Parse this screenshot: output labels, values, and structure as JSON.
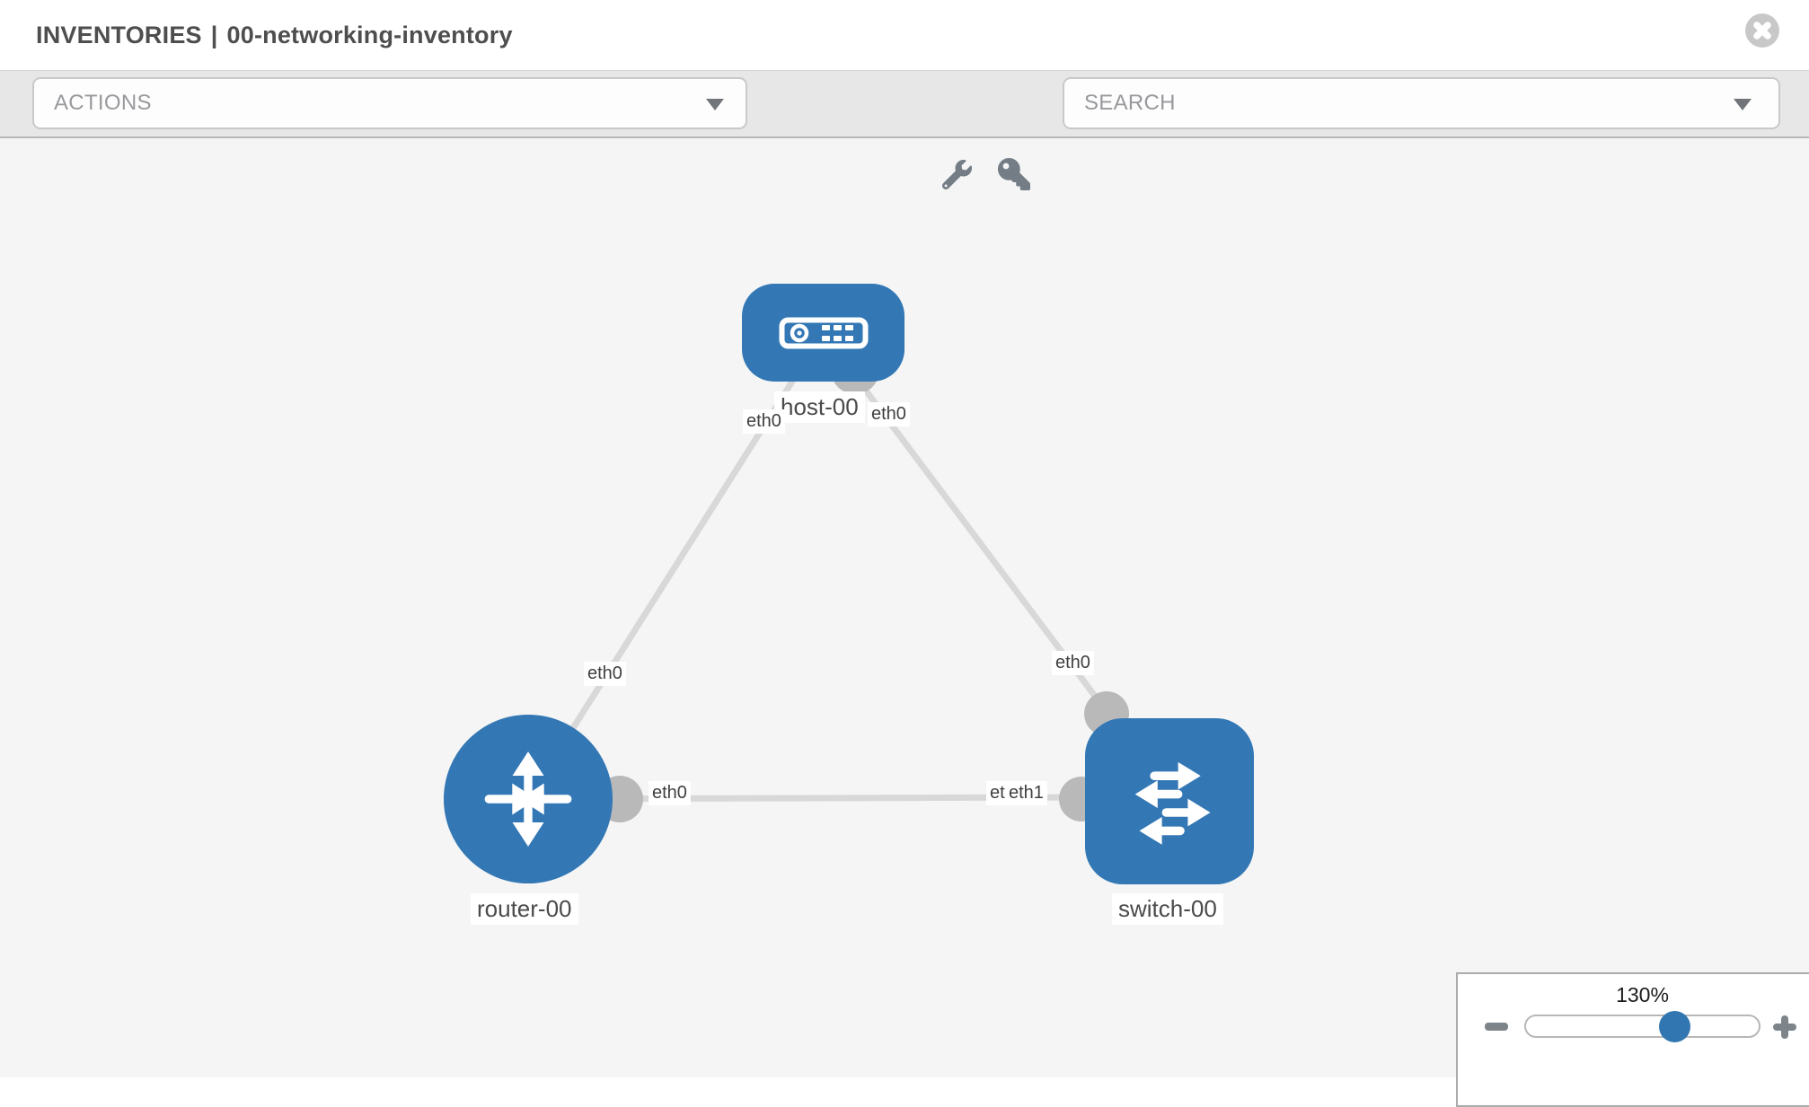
{
  "header": {
    "section": "INVENTORIES",
    "separator": "|",
    "inventory_name": "00-networking-inventory"
  },
  "toolbar": {
    "actions_dropdown": {
      "selected": "ACTIONS"
    },
    "search_dropdown": {
      "placeholder": "SEARCH"
    },
    "icons": [
      "wrench-icon",
      "key-icon"
    ]
  },
  "graph": {
    "nodes": [
      {
        "id": "host-00",
        "label": "host-00",
        "type": "host",
        "color": "#3377b5"
      },
      {
        "id": "router-00",
        "label": "router-00",
        "type": "router",
        "color": "#3377b5"
      },
      {
        "id": "switch-00",
        "label": "switch-00",
        "type": "switch",
        "color": "#3377b5"
      }
    ],
    "links": [
      {
        "source": "host-00",
        "target": "router-00",
        "source_interface": "eth0",
        "target_interface": "eth0"
      },
      {
        "source": "host-00",
        "target": "switch-00",
        "source_interface": "eth0",
        "target_interface": "eth0"
      },
      {
        "source": "router-00",
        "target": "switch-00",
        "source_interface": "eth0",
        "target_interface": "eth1"
      }
    ],
    "link_color": "#d8d8d8",
    "port_color": "#b9b9b9"
  },
  "zoom_panel": {
    "level": "130%",
    "slider_percent": 64,
    "minus_icon": "minus",
    "plus_icon": "plus"
  }
}
